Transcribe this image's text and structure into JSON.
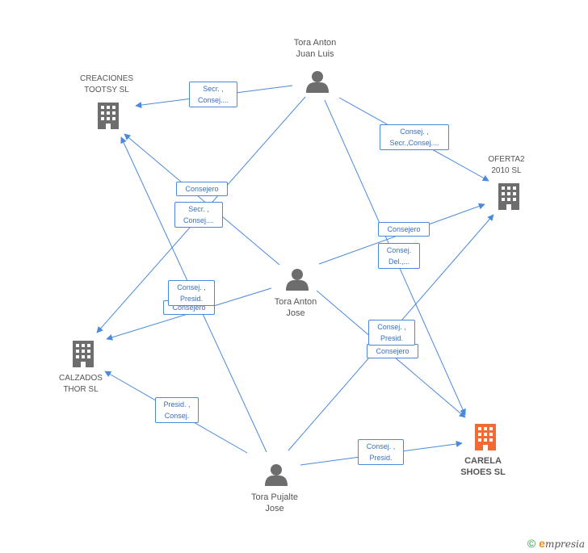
{
  "colors": {
    "edge": "#4a89dc",
    "person": "#6d6d6d",
    "company": "#6d6d6d",
    "focus_company": "#f26a35"
  },
  "nodes": {
    "tora_anton_juan_luis": {
      "label": "Tora Anton\nJuan Luis",
      "icon": "person-icon"
    },
    "creaciones_tootsy": {
      "label": "CREACIONES\nTOOTSY SL",
      "icon": "building-icon"
    },
    "oferta2": {
      "label": "OFERTA2\n2010 SL",
      "icon": "building-icon"
    },
    "tora_anton_jose": {
      "label": "Tora Anton\nJose",
      "icon": "person-icon"
    },
    "calzados_thor": {
      "label": "CALZADOS\nTHOR SL",
      "icon": "building-icon"
    },
    "carela_shoes": {
      "label": "CARELA\nSHOES SL",
      "icon": "building-icon"
    },
    "tora_pujalte_jose": {
      "label": "Tora Pujalte\nJose",
      "icon": "person-icon"
    }
  },
  "edges": [
    {
      "label": "Secr. ,\nConsej...."
    },
    {
      "label": "Consej. ,\nSecr.,Consej...."
    },
    {
      "label": "Consejero"
    },
    {
      "label": "Secr. ,\nConsej...."
    },
    {
      "label": "Consejero"
    },
    {
      "label": "Consej.\nDel.,..."
    },
    {
      "label": "Consejero"
    },
    {
      "label": "Consej. ,\nPresid."
    },
    {
      "label": "Consejero"
    },
    {
      "label": "Consej. ,\nPresid."
    },
    {
      "label": "Presid. ,\nConsej."
    },
    {
      "label": "Consej. ,\nPresid."
    }
  ],
  "footer": {
    "copyright": "©",
    "brand_e": "e",
    "brand_rest": "mpresia"
  }
}
